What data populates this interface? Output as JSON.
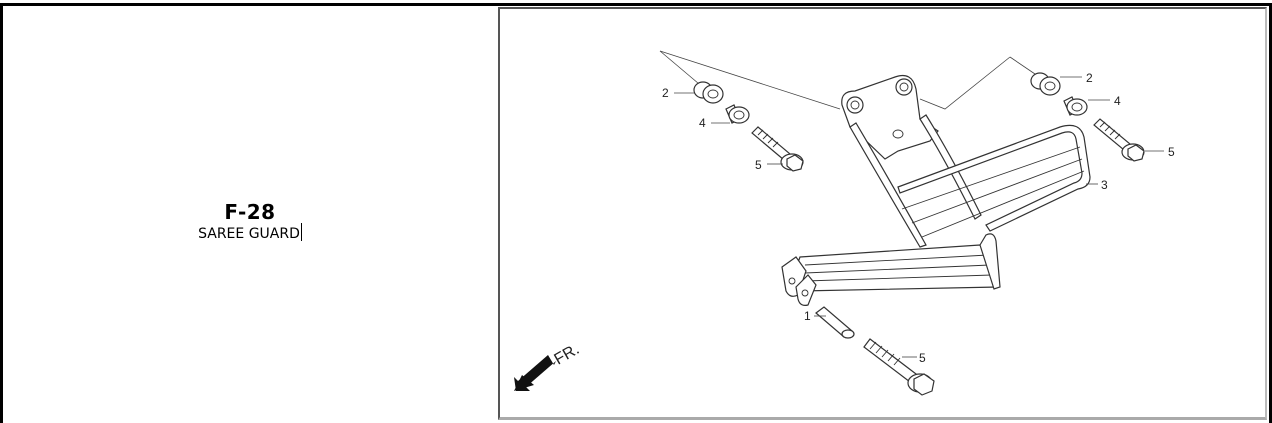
{
  "page": {
    "figure_code": "F-28",
    "figure_title": "SAREE GUARD"
  },
  "diagram": {
    "direction_label": "FR.",
    "callouts": [
      {
        "id": "left-2",
        "label": "2"
      },
      {
        "id": "left-4",
        "label": "4"
      },
      {
        "id": "left-5",
        "label": "5"
      },
      {
        "id": "right-2",
        "label": "2"
      },
      {
        "id": "right-4",
        "label": "4"
      },
      {
        "id": "right-5",
        "label": "5"
      },
      {
        "id": "guard-3",
        "label": "3"
      },
      {
        "id": "pin-1",
        "label": "1"
      },
      {
        "id": "bottom-5",
        "label": "5"
      }
    ]
  }
}
